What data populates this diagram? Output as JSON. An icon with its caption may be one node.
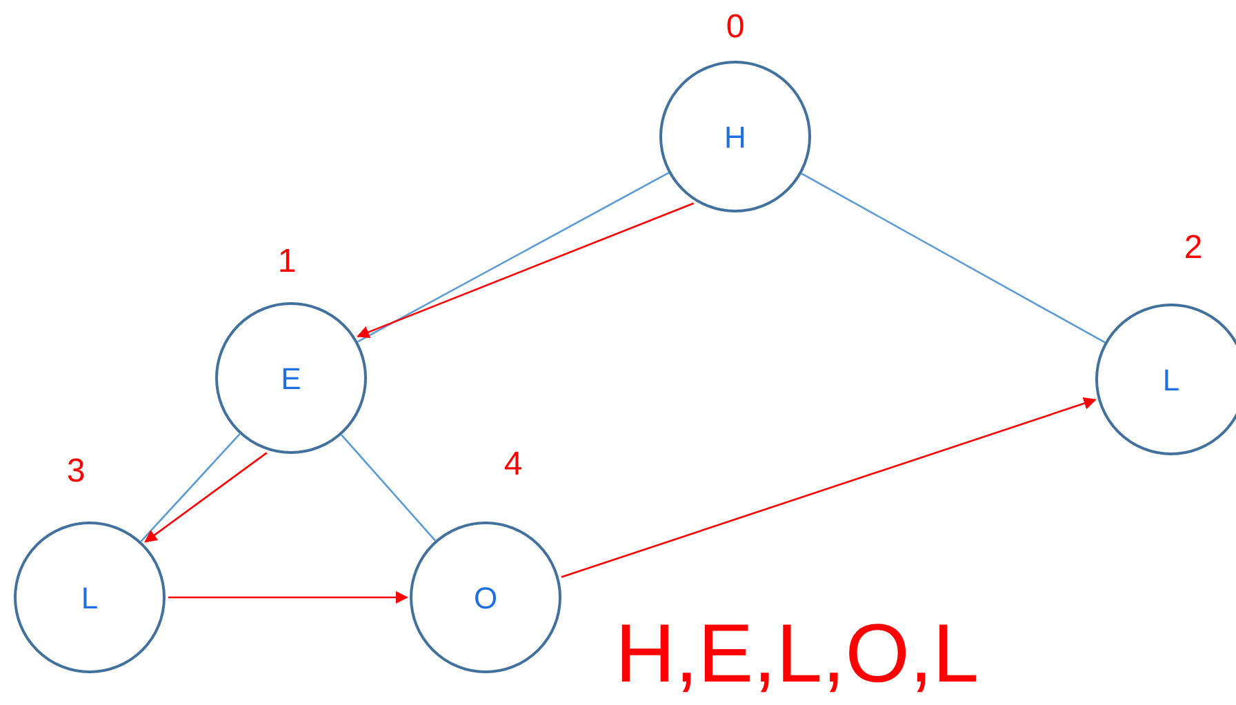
{
  "diagram": {
    "nodes": [
      {
        "text": [
          "H"
        ],
        "beside": [
          "0"
        ]
      },
      {
        "text": [
          "E"
        ],
        "beside": [
          "1"
        ]
      },
      {
        "text": [
          "L"
        ],
        "beside": [
          "2"
        ]
      },
      {
        "text": [
          "L"
        ],
        "beside": [
          "3"
        ]
      },
      {
        "text": [
          "O"
        ],
        "beside": [
          "4"
        ]
      }
    ],
    "edges": [
      {
        "from": 0,
        "to": 1,
        "arrow": "none"
      },
      {
        "from": 0,
        "to": 2,
        "arrow": "none"
      },
      {
        "from": 1,
        "to": 3,
        "arrow": "none"
      },
      {
        "from": 1,
        "to": 4,
        "arrow": "none"
      },
      {
        "from": 0,
        "to": 1,
        "arrow": "to",
        "color": "#ff0000"
      },
      {
        "from": 1,
        "to": 3,
        "arrow": "to",
        "color": "#ff0000"
      },
      {
        "from": 3,
        "to": 4,
        "arrow": "to",
        "color": "#ff0000"
      },
      {
        "from": 4,
        "to": 2,
        "arrow": "to",
        "color": "#ff0000"
      }
    ],
    "labels": [
      "H,E,L,O,L"
    ]
  }
}
